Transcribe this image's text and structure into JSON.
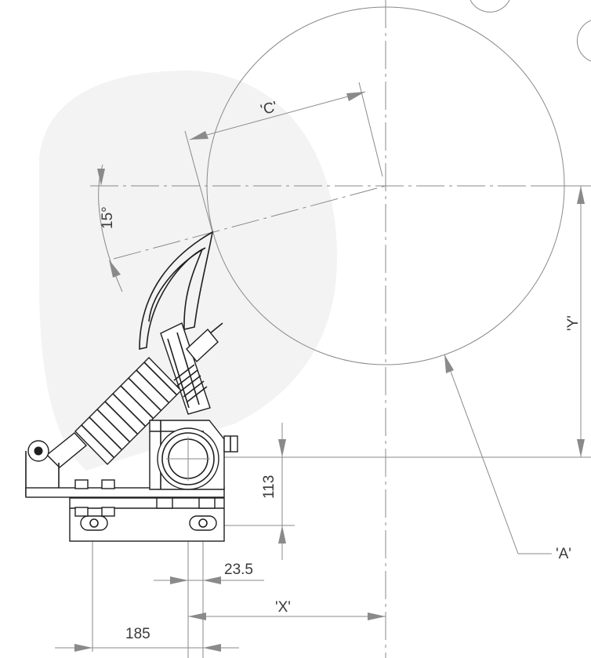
{
  "labels": {
    "c": "'C'",
    "angle": "15°",
    "y": "'Y'",
    "height": "113",
    "a": "'A'",
    "offset": "23.5",
    "x": "'X'",
    "width": "185"
  },
  "colors": {
    "line": "#8a8a8a",
    "part": "#1f1f1f",
    "text": "#3a3a3a",
    "watermark": "#f3f3f3"
  }
}
